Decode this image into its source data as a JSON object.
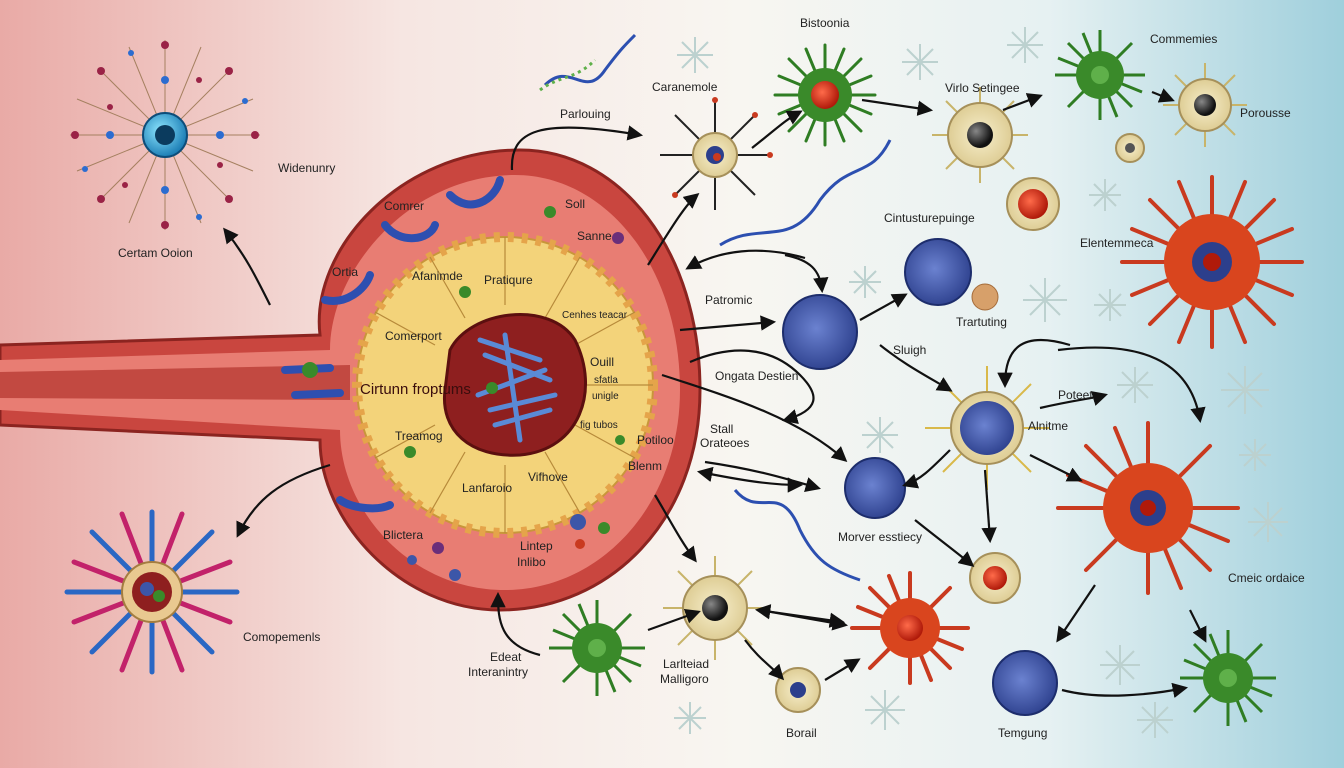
{
  "colors": {
    "background_left": "#e9b4b0",
    "background_center": "#f7f4ef",
    "background_right": "#a9d4df",
    "organ_wall": "#c9463f",
    "organ_lumen": "#e87d73",
    "villi": "#f3d37a",
    "core": "#8e1f1f",
    "arrow": "#111111",
    "cell_green": "#3a8a2a",
    "cell_red": "#c93a1f",
    "cell_blue": "#3c56a8",
    "cell_beige": "#e9dcae"
  },
  "labels": {
    "bistoonia": "Bistoonia",
    "commemies": "Commemies",
    "caranemole": "Caranemole",
    "virlo_setingee": "Virlo Setingee",
    "porousse": "Porousse",
    "parlouing": "Parlouing",
    "widenunry": "Widenunry",
    "certam_ooion": "Certam Ooion",
    "comrer": "Comrer",
    "soll": "Soll",
    "sanne": "Sanne",
    "ortia": "Ortia",
    "alanimde": "Afanimde",
    "pratiqure": "Pratiqure",
    "cenhes_teacar": "Cenhes teacar",
    "comerport": "Comerport",
    "cirtunn_froptums": "Cirtunn froptums",
    "ouill": "Ouill",
    "sfatla": "sfatla",
    "unigle": "unigle",
    "treamog": "Treamog",
    "fig_tubos": "fig tubos",
    "potiloo": "Potiloo",
    "lanfaroio": "Lanfaroio",
    "vifhove": "Vifhove",
    "blictera": "Blictera",
    "lintep": "Lintep",
    "intibo": "Inlibo",
    "blenm": "Blenm",
    "cintusturepuinge": "Cintusturepuinge",
    "elenemmeca": "Elentemmeca",
    "patromic": "Patromic",
    "trartuting": "Trartuting",
    "sluigh": "Sluigh",
    "ongata_destien": "Ongata Destien",
    "poteet": "Poteet",
    "alnitme": "Alnitme",
    "stall": "Stall",
    "orateoes": "Orateoes",
    "morver_esstiecy": "Morver esstiecy",
    "cmeic_ordaice": "Cmeic ordaice",
    "comopemenls": "Comopemenls",
    "edeat": "Edeat",
    "interanintry": "Interanintry",
    "larlteiad": "Larlteiad",
    "malligoro": "Malligoro",
    "borail": "Borail",
    "temgung": "Temgung"
  }
}
